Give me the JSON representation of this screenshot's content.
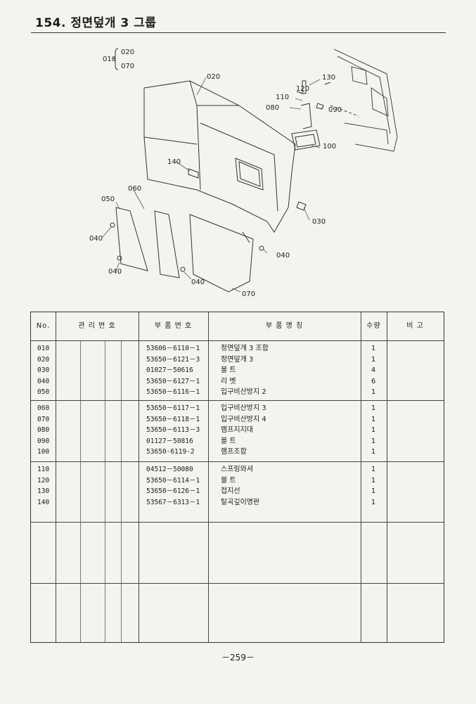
{
  "header": {
    "title": "154. 정면덮개 3 그룹"
  },
  "diagram": {
    "labels": {
      "l010": "010",
      "l020a": "020",
      "l070a": "070",
      "l020": "020",
      "l130": "130",
      "l120": "120",
      "l110": "110",
      "l080": "080",
      "l090": "090",
      "l100": "100",
      "l140": "140",
      "l060": "060",
      "l050": "050",
      "l040a": "040",
      "l030": "030",
      "l040b": "040",
      "l040c": "040",
      "l040d": "040",
      "l070": "070"
    }
  },
  "table": {
    "headers": {
      "no": "No.",
      "mgmt": "관 리 번 호",
      "part_no": "부 품 번 호",
      "part_name": "부 품 명 칭",
      "qty": "수량",
      "note": "비 고"
    },
    "groups": [
      {
        "rows": [
          {
            "no": "010",
            "part_no": "53606－6110－1",
            "name": "정면덮개 3 조합",
            "qty": "1"
          },
          {
            "no": "020",
            "part_no": "53650－6121－3",
            "name": "정면덮개 3",
            "qty": "1"
          },
          {
            "no": "030",
            "part_no": "01027－50616",
            "name": "볼  트",
            "qty": "4"
          },
          {
            "no": "040",
            "part_no": "53650－6127－1",
            "name": "리  벳",
            "qty": "6"
          },
          {
            "no": "050",
            "part_no": "53650－6116－1",
            "name": "입구비산방지 2",
            "qty": "1"
          }
        ]
      },
      {
        "rows": [
          {
            "no": "060",
            "part_no": "53650－6117－1",
            "name": "입구비산방지 3",
            "qty": "1"
          },
          {
            "no": "070",
            "part_no": "53650－6118－1",
            "name": "입구비산방지 4",
            "qty": "1"
          },
          {
            "no": "080",
            "part_no": "53650－6113－3",
            "name": "램프지지대",
            "qty": "1"
          },
          {
            "no": "090",
            "part_no": "01127－50816",
            "name": "볼  트",
            "qty": "1"
          },
          {
            "no": "100",
            "part_no": "53650-6119-2",
            "name": "램프조합",
            "qty": "1"
          }
        ]
      },
      {
        "rows": [
          {
            "no": "110",
            "part_no": "04512－50080",
            "name": "스프링와셔",
            "qty": "1"
          },
          {
            "no": "120",
            "part_no": "53650－6114－1",
            "name": "볼  트",
            "qty": "1"
          },
          {
            "no": "130",
            "part_no": "53650－6126－1",
            "name": "접지선",
            "qty": "1"
          },
          {
            "no": "140",
            "part_no": "53567－6313－1",
            "name": "탈곡깊이명판",
            "qty": "1"
          }
        ]
      }
    ]
  },
  "footer": {
    "page_number": "－259－"
  }
}
